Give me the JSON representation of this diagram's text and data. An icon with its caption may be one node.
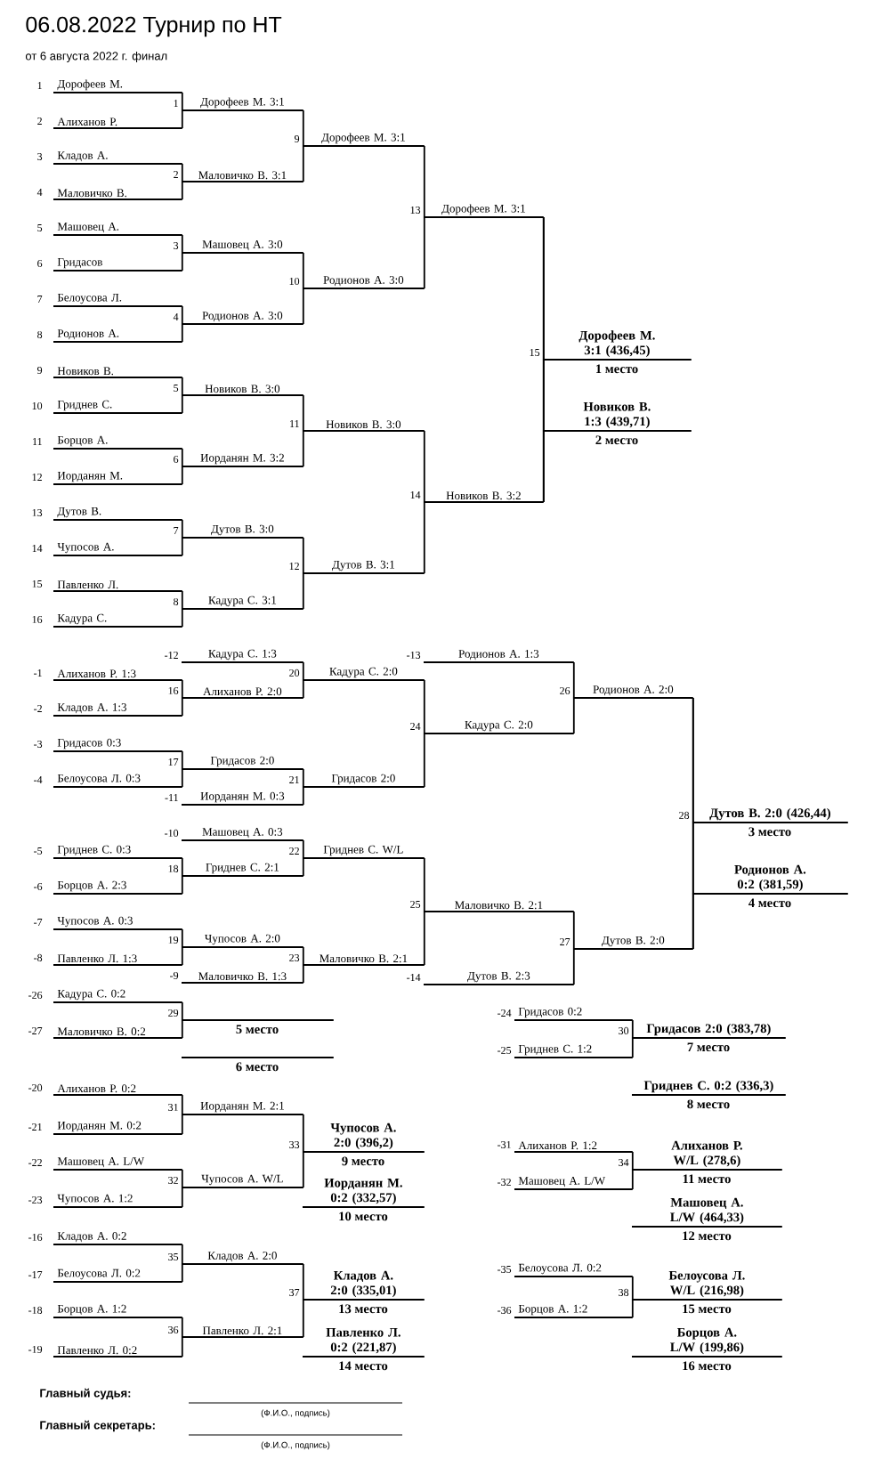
{
  "diagram": {
    "title": "06.08.2022 Турнир по НТ",
    "nodes": [
      {
        "text": [
          "Дорофеев М."
        ],
        "beside": [
          "1"
        ]
      },
      {
        "text": [
          "Алиханов Р."
        ],
        "beside": [
          "2"
        ]
      },
      {
        "text": [
          "Кладов А."
        ],
        "beside": [
          "3"
        ]
      },
      {
        "text": [
          "Маловичко В."
        ],
        "beside": [
          "4"
        ]
      },
      {
        "text": [
          "Машовец А."
        ],
        "beside": [
          "5"
        ]
      },
      {
        "text": [
          "Гридасов"
        ],
        "beside": [
          "6"
        ]
      },
      {
        "text": [
          "Белоусова Л."
        ],
        "beside": [
          "7"
        ]
      },
      {
        "text": [
          "Родионов А."
        ],
        "beside": [
          "8"
        ]
      },
      {
        "text": [
          "Новиков В."
        ],
        "beside": [
          "9"
        ]
      },
      {
        "text": [
          "Гриднев С."
        ],
        "beside": [
          "10"
        ]
      },
      {
        "text": [
          "Борцов А."
        ],
        "beside": [
          "11"
        ]
      },
      {
        "text": [
          "Иорданян М."
        ],
        "beside": [
          "12"
        ]
      },
      {
        "text": [
          "Дутов В."
        ],
        "beside": [
          "13"
        ]
      },
      {
        "text": [
          "Чупосов А."
        ],
        "beside": [
          "14"
        ]
      },
      {
        "text": [
          "Павленко Л."
        ],
        "beside": [
          "15"
        ]
      },
      {
        "text": [
          "Кадура С."
        ],
        "beside": [
          "16"
        ]
      },
      {
        "text": [
          "Дорофеев М. 3:1"
        ],
        "beside": [
          "1"
        ]
      },
      {
        "text": [
          "Маловичко В. 3:1"
        ],
        "beside": [
          "2"
        ]
      },
      {
        "text": [
          "Машовец А. 3:0"
        ],
        "beside": [
          "3"
        ]
      },
      {
        "text": [
          "Родионов А. 3:0"
        ],
        "beside": [
          "4"
        ]
      },
      {
        "text": [
          "Новиков В. 3:0"
        ],
        "beside": [
          "5"
        ]
      },
      {
        "text": [
          "Иорданян М. 3:2"
        ],
        "beside": [
          "6"
        ]
      },
      {
        "text": [
          "Дутов В. 3:0"
        ],
        "beside": [
          "7"
        ]
      },
      {
        "text": [
          "Кадура С. 3:1"
        ],
        "beside": [
          "8"
        ]
      },
      {
        "text": [
          "Дорофеев М. 3:1"
        ],
        "beside": [
          "9"
        ]
      },
      {
        "text": [
          "Родионов А. 3:0"
        ],
        "beside": [
          "10"
        ]
      },
      {
        "text": [
          "Новиков В. 3:0"
        ],
        "beside": [
          "11"
        ]
      },
      {
        "text": [
          "Дутов В. 3:1"
        ],
        "beside": [
          "12"
        ]
      },
      {
        "text": [
          "Дорофеев М. 3:1"
        ],
        "beside": [
          "13"
        ]
      },
      {
        "text": [
          "Новиков В. 3:2"
        ],
        "beside": [
          "14"
        ]
      },
      {
        "text": [
          "Дорофеев М. 3:1 (436,45)"
        ],
        "beside": [
          "15",
          "1 место"
        ]
      },
      {
        "text": [
          "Новиков В. 1:3 (439,71)"
        ],
        "beside": [
          "2 место"
        ]
      },
      {
        "text": [
          "Кадура С. 1:3"
        ],
        "beside": [
          "-12"
        ]
      },
      {
        "text": [
          "Алиханов Р. 1:3"
        ],
        "beside": [
          "-1"
        ]
      },
      {
        "text": [
          "Кладов А. 1:3"
        ],
        "beside": [
          "-2"
        ]
      },
      {
        "text": [
          "Алиханов Р. 2:0"
        ],
        "beside": [
          "16"
        ]
      },
      {
        "text": [
          "Кадура С. 2:0"
        ],
        "beside": [
          "20"
        ]
      },
      {
        "text": [
          "Гридасов 0:3"
        ],
        "beside": [
          "-3"
        ]
      },
      {
        "text": [
          "Белоусова Л. 0:3"
        ],
        "beside": [
          "-4"
        ]
      },
      {
        "text": [
          "Гридасов 2:0"
        ],
        "beside": [
          "17"
        ]
      },
      {
        "text": [
          "Иорданян М. 0:3"
        ],
        "beside": [
          "-11"
        ]
      },
      {
        "text": [
          "Гридасов 2:0"
        ],
        "beside": [
          "21"
        ]
      },
      {
        "text": [
          "Кадура С. 2:0"
        ],
        "beside": [
          "24"
        ]
      },
      {
        "text": [
          "Родионов А. 1:3"
        ],
        "beside": [
          "-13"
        ]
      },
      {
        "text": [
          "Родионов А. 2:0"
        ],
        "beside": [
          "26"
        ]
      },
      {
        "text": [
          "Машовец А. 0:3"
        ],
        "beside": [
          "-10"
        ]
      },
      {
        "text": [
          "Гриднев С. 0:3"
        ],
        "beside": [
          "-5"
        ]
      },
      {
        "text": [
          "Борцов А. 2:3"
        ],
        "beside": [
          "-6"
        ]
      },
      {
        "text": [
          "Гриднев С. 2:1"
        ],
        "beside": [
          "18"
        ]
      },
      {
        "text": [
          "Гриднев С. W/L"
        ],
        "beside": [
          "22"
        ]
      },
      {
        "text": [
          "Чупосов А. 0:3"
        ],
        "beside": [
          "-7"
        ]
      },
      {
        "text": [
          "Павленко Л. 1:3"
        ],
        "beside": [
          "-8"
        ]
      },
      {
        "text": [
          "Чупосов А. 2:0"
        ],
        "beside": [
          "19"
        ]
      },
      {
        "text": [
          "Маловичко В. 1:3"
        ],
        "beside": [
          "-9"
        ]
      },
      {
        "text": [
          "Маловичко В. 2:1"
        ],
        "beside": [
          "23"
        ]
      },
      {
        "text": [
          "Маловичко В. 2:1"
        ],
        "beside": [
          "25"
        ]
      },
      {
        "text": [
          "Дутов В. 2:3"
        ],
        "beside": [
          "-14"
        ]
      },
      {
        "text": [
          "Дутов В. 2:0"
        ],
        "beside": [
          "27"
        ]
      },
      {
        "text": [
          "Дутов В. 2:0 (426,44)"
        ],
        "beside": [
          "28",
          "3 место"
        ]
      },
      {
        "text": [
          "Родионов А. 0:2 (381,59)"
        ],
        "beside": [
          "4 место"
        ]
      },
      {
        "text": [
          "Кадура С. 0:2"
        ],
        "beside": [
          "-26"
        ]
      },
      {
        "text": [
          "Маловичко В. 0:2"
        ],
        "beside": [
          "-27"
        ]
      },
      {
        "text": [],
        "shape": "line",
        "beside": [
          "29",
          "5 место"
        ]
      },
      {
        "text": [],
        "shape": "line",
        "beside": [
          "6 место"
        ]
      },
      {
        "text": [
          "Гридасов 0:2"
        ],
        "beside": [
          "-24"
        ]
      },
      {
        "text": [
          "Гриднев С. 1:2"
        ],
        "beside": [
          "-25"
        ]
      },
      {
        "text": [
          "Гридасов 2:0 (383,78)"
        ],
        "beside": [
          "30",
          "7 место"
        ]
      },
      {
        "text": [
          "Гриднев С. 0:2 (336,3)"
        ],
        "beside": [
          "8 место"
        ]
      },
      {
        "text": [
          "Алиханов Р. 0:2"
        ],
        "beside": [
          "-20"
        ]
      },
      {
        "text": [
          "Иорданян М. 0:2"
        ],
        "beside": [
          "-21"
        ]
      },
      {
        "text": [
          "Иорданян М. 2:1"
        ],
        "beside": [
          "31"
        ]
      },
      {
        "text": [
          "Машовец А. L/W"
        ],
        "beside": [
          "-22"
        ]
      },
      {
        "text": [
          "Чупосов А. 1:2"
        ],
        "beside": [
          "-23"
        ]
      },
      {
        "text": [
          "Чупосов А. W/L"
        ],
        "beside": [
          "32"
        ]
      },
      {
        "text": [
          "Чупосов А. 2:0 (396,2)"
        ],
        "beside": [
          "33",
          "9 место"
        ]
      },
      {
        "text": [
          "Иорданян М. 0:2 (332,57)"
        ],
        "beside": [
          "10 место"
        ]
      },
      {
        "text": [
          "Алиханов Р. 1:2"
        ],
        "beside": [
          "-31"
        ]
      },
      {
        "text": [
          "Машовец А. L/W"
        ],
        "beside": [
          "-32"
        ]
      },
      {
        "text": [
          "Алиханов Р. W/L (278,6)"
        ],
        "beside": [
          "34",
          "11 место"
        ]
      },
      {
        "text": [
          "Машовец А. L/W (464,33)"
        ],
        "beside": [
          "12 место"
        ]
      },
      {
        "text": [
          "Кладов А. 0:2"
        ],
        "beside": [
          "-16"
        ]
      },
      {
        "text": [
          "Белоусова Л. 0:2"
        ],
        "beside": [
          "-17"
        ]
      },
      {
        "text": [
          "Кладов А. 2:0"
        ],
        "beside": [
          "35"
        ]
      },
      {
        "text": [
          "Борцов А. 1:2"
        ],
        "beside": [
          "-18"
        ]
      },
      {
        "text": [
          "Павленко Л. 0:2"
        ],
        "beside": [
          "-19"
        ]
      },
      {
        "text": [
          "Павленко Л. 2:1"
        ],
        "beside": [
          "36"
        ]
      },
      {
        "text": [
          "Кладов А. 2:0 (335,01)"
        ],
        "beside": [
          "37",
          "13 место"
        ]
      },
      {
        "text": [
          "Павленко Л. 0:2 (221,87)"
        ],
        "beside": [
          "14 место"
        ]
      },
      {
        "text": [
          "Белоусова Л. 0:2"
        ],
        "beside": [
          "-35"
        ]
      },
      {
        "text": [
          "Борцов А. 1:2"
        ],
        "beside": [
          "-36"
        ]
      },
      {
        "text": [
          "Белоусова Л. W/L (216,98)"
        ],
        "beside": [
          "38",
          "15 место"
        ]
      },
      {
        "text": [
          "Борцов А. L/W (199,86)"
        ],
        "beside": [
          "16 место"
        ]
      }
    ],
    "edges": [
      {
        "from": 0,
        "to": 16,
        "arrow": "none"
      },
      {
        "from": 1,
        "to": 16,
        "arrow": "none"
      },
      {
        "from": 2,
        "to": 17,
        "arrow": "none"
      },
      {
        "from": 3,
        "to": 17,
        "arrow": "none"
      },
      {
        "from": 4,
        "to": 18,
        "arrow": "none"
      },
      {
        "from": 5,
        "to": 18,
        "arrow": "none"
      },
      {
        "from": 6,
        "to": 19,
        "arrow": "none"
      },
      {
        "from": 7,
        "to": 19,
        "arrow": "none"
      },
      {
        "from": 8,
        "to": 20,
        "arrow": "none"
      },
      {
        "from": 9,
        "to": 20,
        "arrow": "none"
      },
      {
        "from": 10,
        "to": 21,
        "arrow": "none"
      },
      {
        "from": 11,
        "to": 21,
        "arrow": "none"
      },
      {
        "from": 12,
        "to": 22,
        "arrow": "none"
      },
      {
        "from": 13,
        "to": 22,
        "arrow": "none"
      },
      {
        "from": 14,
        "to": 23,
        "arrow": "none"
      },
      {
        "from": 15,
        "to": 23,
        "arrow": "none"
      },
      {
        "from": 16,
        "to": 24,
        "arrow": "none"
      },
      {
        "from": 17,
        "to": 24,
        "arrow": "none"
      },
      {
        "from": 18,
        "to": 25,
        "arrow": "none"
      },
      {
        "from": 19,
        "to": 25,
        "arrow": "none"
      },
      {
        "from": 20,
        "to": 26,
        "arrow": "none"
      },
      {
        "from": 21,
        "to": 26,
        "arrow": "none"
      },
      {
        "from": 22,
        "to": 27,
        "arrow": "none"
      },
      {
        "from": 23,
        "to": 27,
        "arrow": "none"
      },
      {
        "from": 24,
        "to": 28,
        "arrow": "none"
      },
      {
        "from": 25,
        "to": 28,
        "arrow": "none"
      },
      {
        "from": 26,
        "to": 29,
        "arrow": "none"
      },
      {
        "from": 27,
        "to": 29,
        "arrow": "none"
      },
      {
        "from": 28,
        "to": 30,
        "arrow": "none"
      },
      {
        "from": 29,
        "to": 30,
        "arrow": "none"
      },
      {
        "from": 28,
        "to": 31,
        "arrow": "none"
      },
      {
        "from": 29,
        "to": 31,
        "arrow": "none"
      },
      {
        "from": 33,
        "to": 35,
        "arrow": "none"
      },
      {
        "from": 34,
        "to": 35,
        "arrow": "none"
      },
      {
        "from": 32,
        "to": 36,
        "arrow": "none"
      },
      {
        "from": 35,
        "to": 36,
        "arrow": "none"
      },
      {
        "from": 37,
        "to": 39,
        "arrow": "none"
      },
      {
        "from": 38,
        "to": 39,
        "arrow": "none"
      },
      {
        "from": 39,
        "to": 41,
        "arrow": "none"
      },
      {
        "from": 40,
        "to": 41,
        "arrow": "none"
      },
      {
        "from": 36,
        "to": 42,
        "arrow": "none"
      },
      {
        "from": 41,
        "to": 42,
        "arrow": "none"
      },
      {
        "from": 43,
        "to": 44,
        "arrow": "none"
      },
      {
        "from": 42,
        "to": 44,
        "arrow": "none"
      },
      {
        "from": 46,
        "to": 48,
        "arrow": "none"
      },
      {
        "from": 47,
        "to": 48,
        "arrow": "none"
      },
      {
        "from": 45,
        "to": 49,
        "arrow": "none"
      },
      {
        "from": 48,
        "to": 49,
        "arrow": "none"
      },
      {
        "from": 50,
        "to": 52,
        "arrow": "none"
      },
      {
        "from": 51,
        "to": 52,
        "arrow": "none"
      },
      {
        "from": 52,
        "to": 54,
        "arrow": "none"
      },
      {
        "from": 53,
        "to": 54,
        "arrow": "none"
      },
      {
        "from": 49,
        "to": 55,
        "arrow": "none"
      },
      {
        "from": 54,
        "to": 55,
        "arrow": "none"
      },
      {
        "from": 55,
        "to": 57,
        "arrow": "none"
      },
      {
        "from": 56,
        "to": 57,
        "arrow": "none"
      },
      {
        "from": 44,
        "to": 58,
        "arrow": "none"
      },
      {
        "from": 57,
        "to": 58,
        "arrow": "none"
      },
      {
        "from": 44,
        "to": 59,
        "arrow": "none"
      },
      {
        "from": 57,
        "to": 59,
        "arrow": "none"
      },
      {
        "from": 60,
        "to": 62,
        "arrow": "none"
      },
      {
        "from": 61,
        "to": 62,
        "arrow": "none"
      },
      {
        "from": 64,
        "to": 66,
        "arrow": "none"
      },
      {
        "from": 65,
        "to": 66,
        "arrow": "none"
      },
      {
        "from": 68,
        "to": 70,
        "arrow": "none"
      },
      {
        "from": 69,
        "to": 70,
        "arrow": "none"
      },
      {
        "from": 71,
        "to": 73,
        "arrow": "none"
      },
      {
        "from": 72,
        "to": 73,
        "arrow": "none"
      },
      {
        "from": 70,
        "to": 74,
        "arrow": "none"
      },
      {
        "from": 73,
        "to": 74,
        "arrow": "none"
      },
      {
        "from": 76,
        "to": 78,
        "arrow": "none"
      },
      {
        "from": 77,
        "to": 78,
        "arrow": "none"
      },
      {
        "from": 80,
        "to": 82,
        "arrow": "none"
      },
      {
        "from": 81,
        "to": 82,
        "arrow": "none"
      },
      {
        "from": 83,
        "to": 85,
        "arrow": "none"
      },
      {
        "from": 84,
        "to": 85,
        "arrow": "none"
      },
      {
        "from": 82,
        "to": 86,
        "arrow": "none"
      },
      {
        "from": 85,
        "to": 86,
        "arrow": "none"
      },
      {
        "from": 88,
        "to": 90,
        "arrow": "none"
      },
      {
        "from": 89,
        "to": 90,
        "arrow": "none"
      }
    ],
    "labels": [
      "от 6 августа 2022 г. финал",
      "Главный судья:",
      "(Ф.И.О., подпись)",
      "Главный секретарь:",
      "(Ф.И.О., подпись)"
    ]
  }
}
